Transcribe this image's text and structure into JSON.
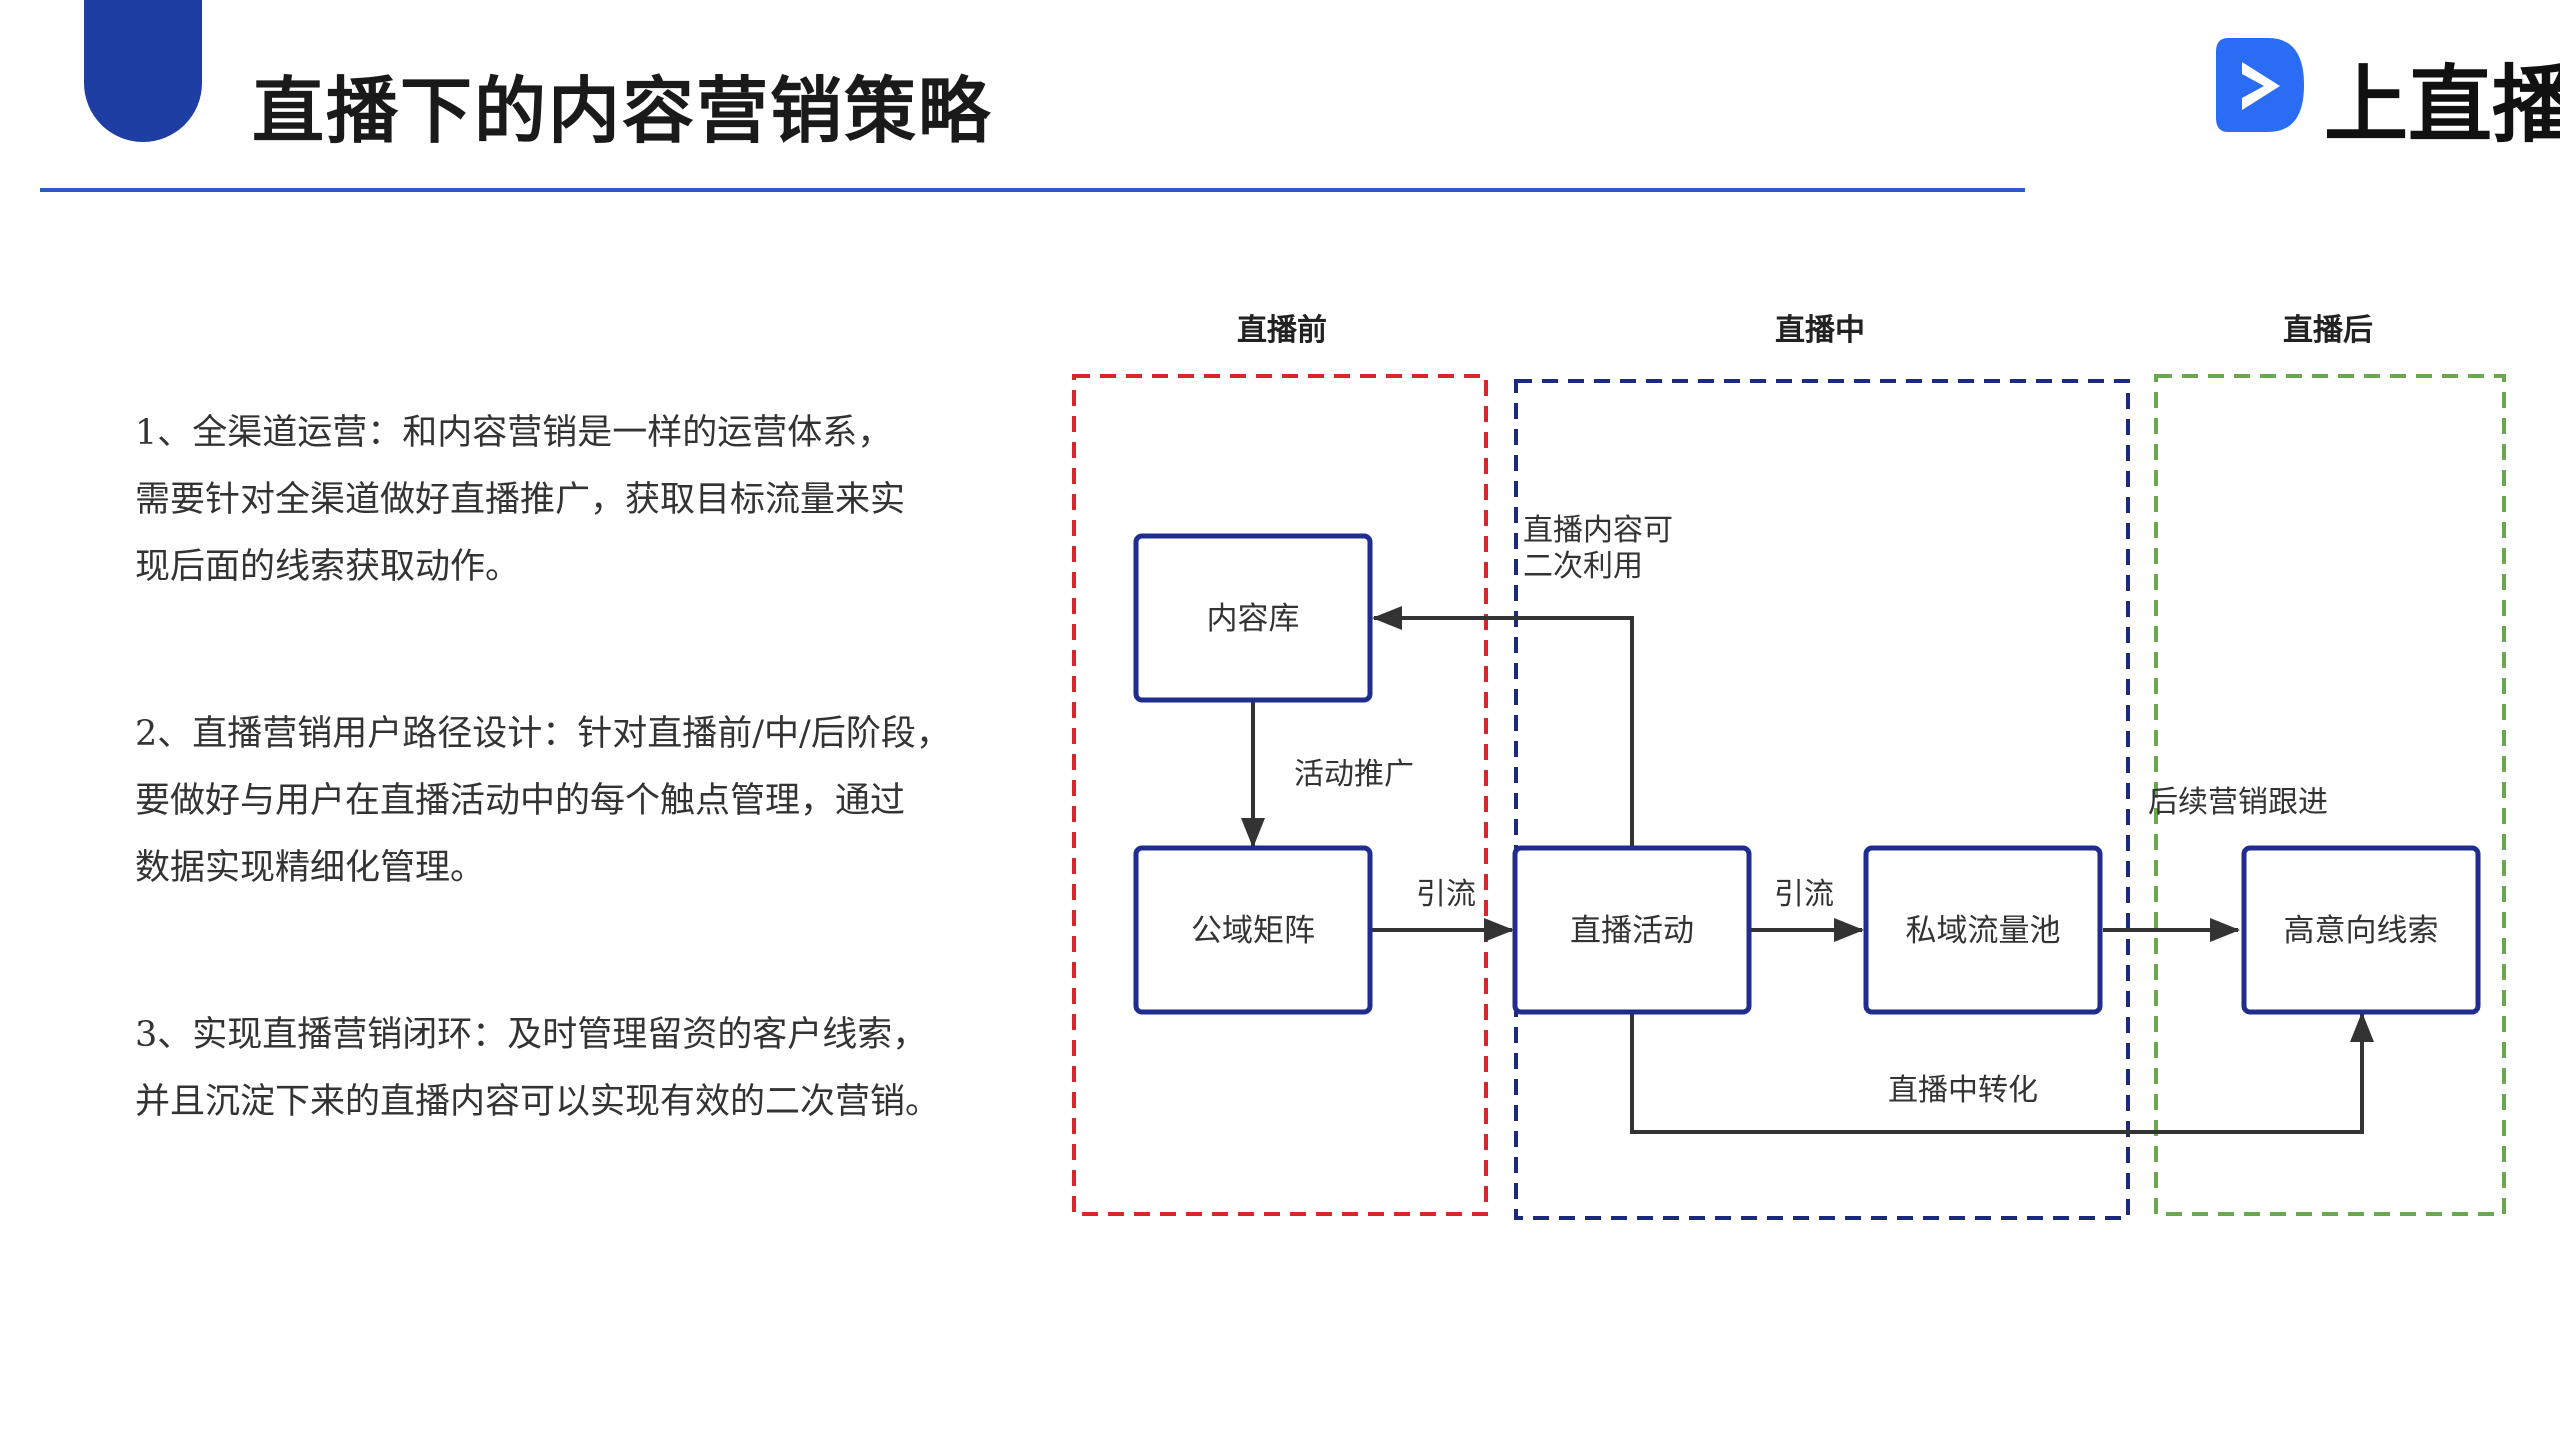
{
  "header": {
    "title": "直播下的内容营销策略",
    "logo_text": "上直播",
    "logo_color": "#2a6df4",
    "accent_color": "#1f3ea3"
  },
  "points": [
    {
      "lines": [
        "1、全渠道运营：和内容营销是一样的运营体系，",
        "需要针对全渠道做好直播推广，获取目标流量来实",
        "现后面的线索获取动作。"
      ]
    },
    {
      "lines": [
        "2、直播营销用户路径设计：针对直播前/中/后阶段，",
        "要做好与用户在直播活动中的每个触点管理，通过",
        "数据实现精细化管理。"
      ]
    },
    {
      "lines": [
        "3、实现直播营销闭环：及时管理留资的客户线索，",
        "并且沉淀下来的直播内容可以实现有效的二次营销。"
      ]
    }
  ],
  "diagram": {
    "stages": [
      {
        "label": "直播前",
        "color": "#d9262b"
      },
      {
        "label": "直播中",
        "color": "#1b2a7a"
      },
      {
        "label": "直播后",
        "color": "#6aa84f"
      }
    ],
    "nodes": {
      "content_lib": "内容库",
      "public_matrix": "公域矩阵",
      "live_event": "直播活动",
      "private_pool": "私域流量池",
      "high_intent": "高意向线索"
    },
    "edge_labels": {
      "promo": "活动推广",
      "traffic1": "引流",
      "traffic2": "引流",
      "reuse_line1": "直播内容可",
      "reuse_line2": "二次利用",
      "followup": "后续营销跟进",
      "convert": "直播中转化"
    },
    "node_border_color": "#1f2d8f"
  }
}
